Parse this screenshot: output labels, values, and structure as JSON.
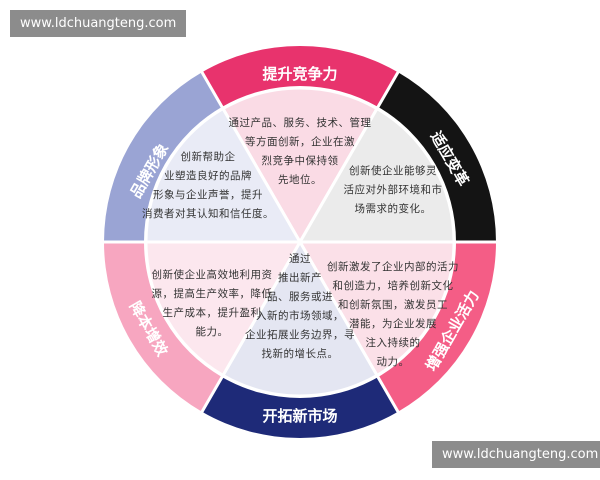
{
  "watermarks": {
    "top": "www.ldchuangteng.com",
    "bottom": "www.ldchuangteng.com"
  },
  "segments": {
    "top": {
      "title": "提升竞争力",
      "lines": [
        "通过产品、服务、技术、管理",
        "等方面创新，企业在激",
        "烈竞争中保持领",
        "先地位。"
      ]
    },
    "upper_right": {
      "title": "适应变革",
      "lines": [
        "创新使企业能够灵",
        "活应对外部环境和市",
        "场需求的变化。"
      ]
    },
    "lower_right": {
      "title": "增强企业活力",
      "lines": [
        "创新激发了企业内部的活力",
        "和创造力，培养创新文化",
        "和创新氛围，激发员工",
        "潜能，为企业发展",
        "注入持续的",
        "动力。"
      ]
    },
    "bottom": {
      "title": "开拓新市场",
      "lines": [
        "通过",
        "推出新产",
        "品、服务或进",
        "入新的市场领域，",
        "企业拓展业务边界，寻",
        "找新的增长点。"
      ]
    },
    "lower_left": {
      "title": "降本增效",
      "lines": [
        "创新使企业高效地利用资",
        "源，提高生产效率，降低",
        "生产成本，提升盈利",
        "能力。"
      ]
    },
    "upper_left": {
      "title": "品牌形象",
      "lines": [
        "创新帮助企",
        "业塑造良好的品牌",
        "形象与企业声誉，提升",
        "消费者对其认知和信任度。"
      ]
    }
  },
  "colors": {
    "top_band": "#e8336d",
    "upper_right_band": "#141414",
    "lower_right_band": "#f45d86",
    "bottom_band": "#1e2a78",
    "lower_left_band": "#f7a6c0",
    "upper_left_band": "#9aa4d4",
    "top_fill": "#fadbe5",
    "upper_right_fill": "#ebebeb",
    "lower_right_fill": "#fbe0e8",
    "bottom_fill": "#e4e6f2",
    "lower_left_fill": "#fce7ee",
    "upper_left_fill": "#e9ebf6"
  }
}
